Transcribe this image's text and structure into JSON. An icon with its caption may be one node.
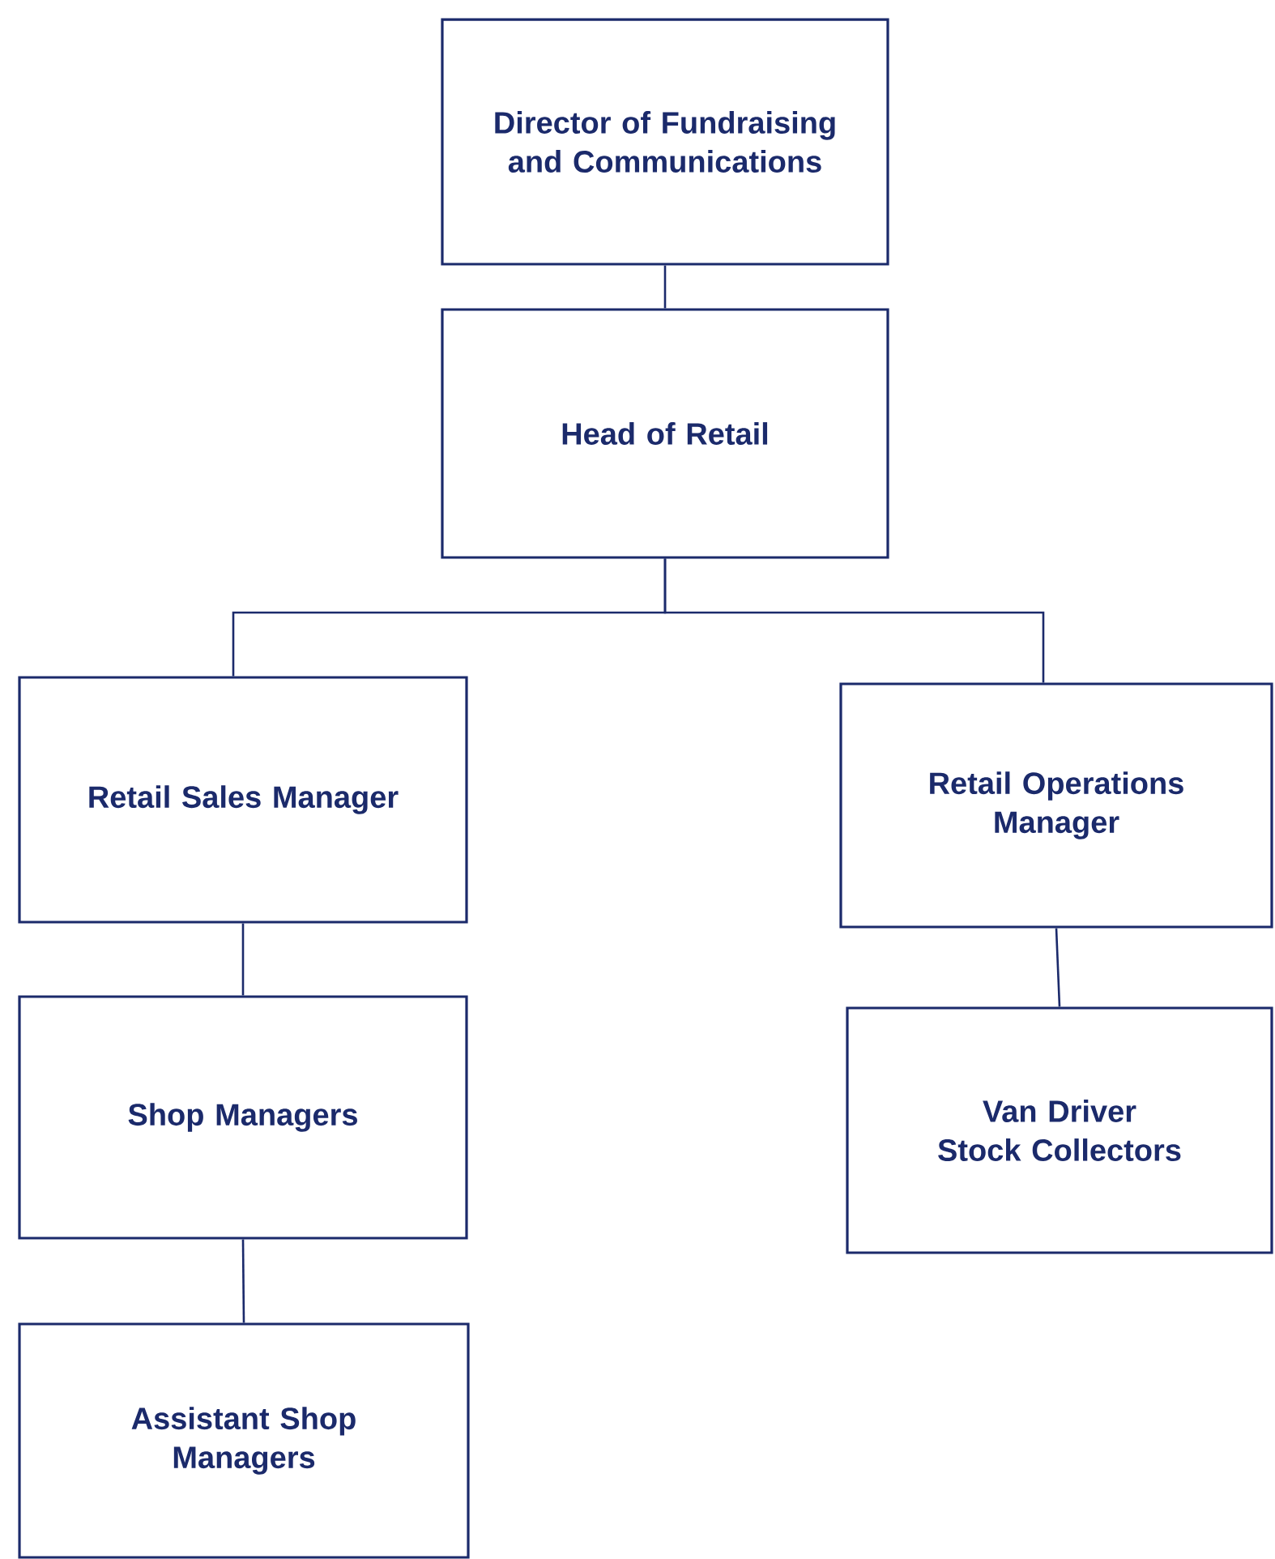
{
  "diagram": {
    "nodes": [
      {
        "text": [
          "Director of Fundraising and Communications"
        ]
      },
      {
        "text": [
          "Head of Retail"
        ]
      },
      {
        "text": [
          "Retail Sales Manager"
        ]
      },
      {
        "text": [
          "Retail Operations Manager"
        ]
      },
      {
        "text": [
          "Shop Managers"
        ]
      },
      {
        "text": [
          "Van Driver Stock Collectors"
        ]
      },
      {
        "text": [
          "Assistant Shop Managers"
        ]
      }
    ],
    "edges": [
      {
        "from": 0,
        "to": 1,
        "arrow": "none"
      },
      {
        "from": 1,
        "to": 2,
        "arrow": "none"
      },
      {
        "from": 1,
        "to": 3,
        "arrow": "none"
      },
      {
        "from": 2,
        "to": 4,
        "arrow": "none"
      },
      {
        "from": 3,
        "to": 5,
        "arrow": "none"
      },
      {
        "from": 4,
        "to": 6,
        "arrow": "none"
      }
    ]
  }
}
